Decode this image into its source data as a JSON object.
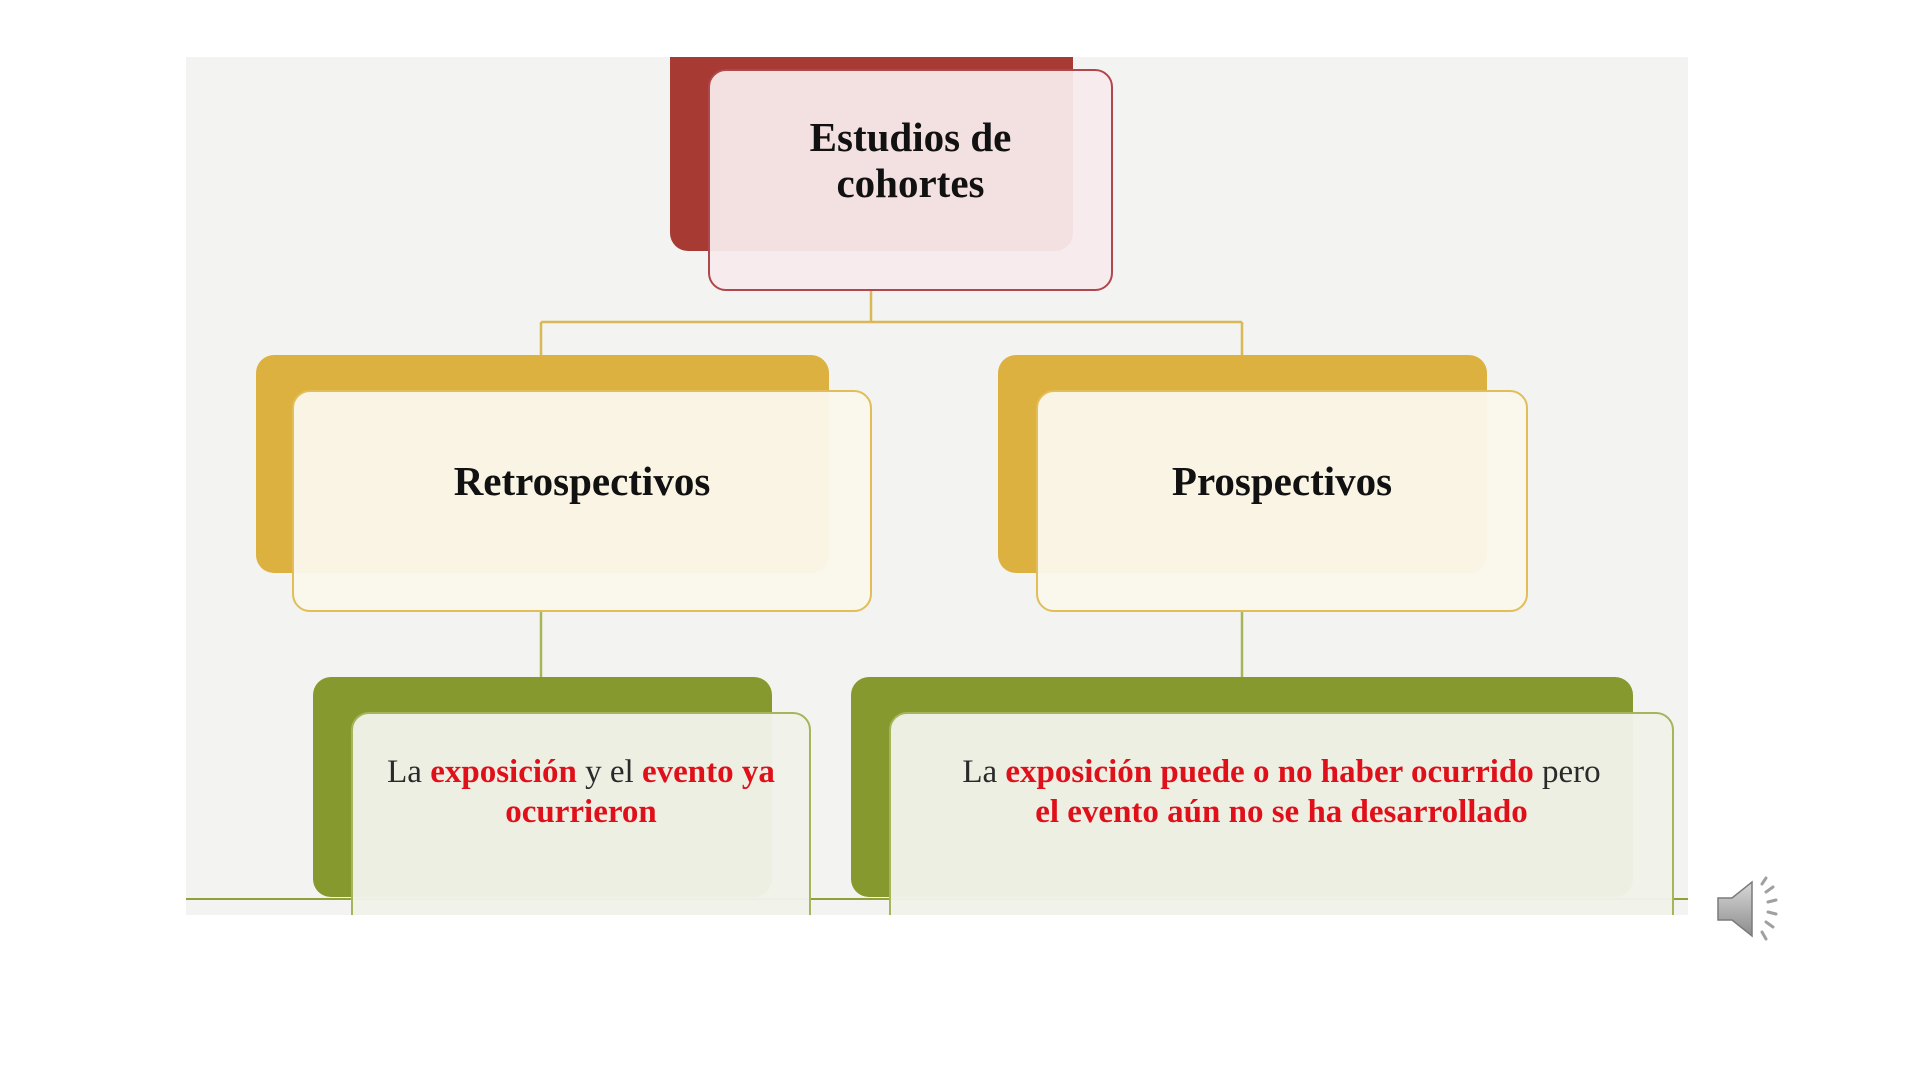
{
  "diagram": {
    "root": {
      "title_line1": "Estudios de",
      "title_line2": "cohortes"
    },
    "branches": [
      {
        "title": "Retrospectivos"
      },
      {
        "title": "Prospectivos"
      }
    ],
    "descriptions": [
      {
        "parts": [
          "La",
          "exposición",
          "y el",
          "evento",
          "ya ocurrieron"
        ]
      },
      {
        "parts": [
          "La",
          "exposición puede o no haber ocurrido",
          "pero",
          "el evento aún no se ha desarrollado"
        ]
      }
    ]
  },
  "colors": {
    "root_accent": "#a83a34",
    "branch_accent": "#ddb140",
    "leaf_accent": "#86992e",
    "highlight_text": "#e0101a"
  },
  "icons": {
    "audio": "speaker-icon"
  }
}
